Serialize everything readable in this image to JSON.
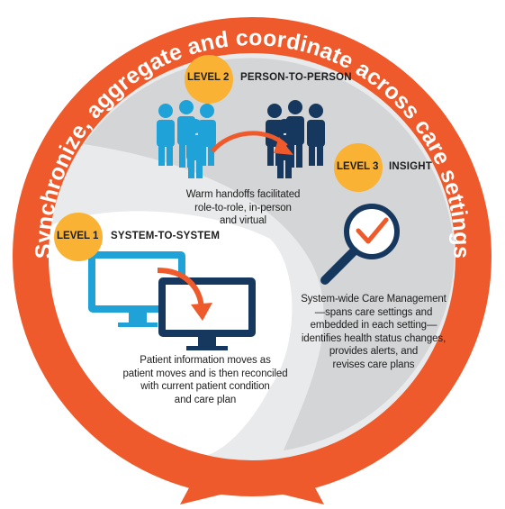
{
  "ring_title": "Synchronize, aggregate and coordinate across care settings",
  "colors": {
    "ring": "#ee5a2b",
    "badge": "#f9b233",
    "light_blue": "#1ea2d8",
    "dark_blue": "#16385f",
    "grey_light": "#e9eaeb",
    "grey_dark": "#d3d5d7"
  },
  "level2": {
    "badge": "LEVEL 2",
    "title": "PERSON-TO-PERSON",
    "description": [
      "Warm handoffs facilitated",
      "role-to-role, in-person",
      "and virtual"
    ]
  },
  "level3": {
    "badge": "LEVEL 3",
    "title": "INSIGHT",
    "description": [
      "System-wide Care Management",
      "—spans care settings and",
      "embedded in each setting—",
      "identifies health status changes,",
      "provides alerts, and",
      "revises care plans"
    ]
  },
  "level1": {
    "badge": "LEVEL 1",
    "title": "SYSTEM-TO-SYSTEM",
    "description": [
      "Patient information moves as",
      "patient moves and is then reconciled",
      "with current patient condition",
      "and care plan"
    ]
  },
  "icons": [
    "people-group-icon",
    "handoff-arrow-icon",
    "magnifier-check-icon",
    "monitor-icon",
    "transfer-arrow-icon"
  ]
}
